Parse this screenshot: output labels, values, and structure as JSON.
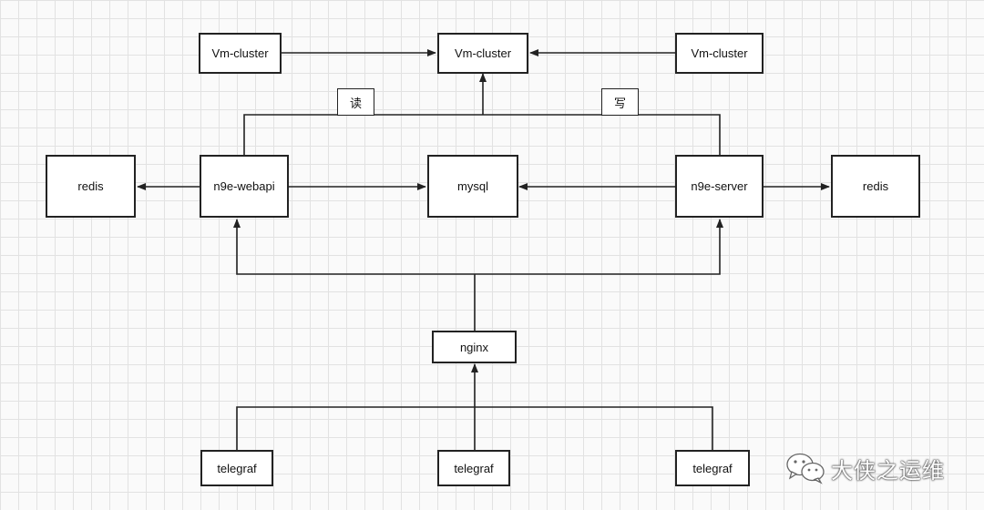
{
  "diagram": {
    "nodes": {
      "vm_cluster_left": "Vm-cluster",
      "vm_cluster_center": "Vm-cluster",
      "vm_cluster_right": "Vm-cluster",
      "redis_left": "redis",
      "webapi": "n9e-webapi",
      "mysql": "mysql",
      "server": "n9e-server",
      "redis_right": "redis",
      "nginx": "nginx",
      "telegraf_left": "telegraf",
      "telegraf_center": "telegraf",
      "telegraf_right": "telegraf"
    },
    "edge_labels": {
      "read": "读",
      "write": "写"
    },
    "edges": [
      {
        "from": "vm_cluster_left",
        "to": "vm_cluster_center"
      },
      {
        "from": "vm_cluster_right",
        "to": "vm_cluster_center"
      },
      {
        "from": "webapi",
        "to": "vm_cluster_center",
        "label": "读"
      },
      {
        "from": "server",
        "to": "vm_cluster_center",
        "label": "写"
      },
      {
        "from": "webapi",
        "to": "redis_left"
      },
      {
        "from": "webapi",
        "to": "mysql"
      },
      {
        "from": "server",
        "to": "mysql"
      },
      {
        "from": "server",
        "to": "redis_right"
      },
      {
        "from": "nginx",
        "to": "webapi"
      },
      {
        "from": "nginx",
        "to": "server"
      },
      {
        "from": "telegraf_left",
        "to": "nginx"
      },
      {
        "from": "telegraf_center",
        "to": "nginx"
      },
      {
        "from": "telegraf_right",
        "to": "nginx"
      }
    ]
  },
  "watermark": {
    "text": "大侠之运维",
    "icon": "wechat-icon"
  }
}
